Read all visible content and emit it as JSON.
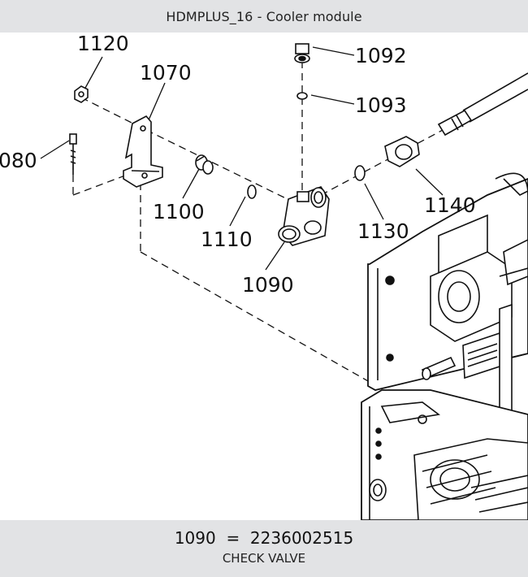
{
  "window": {
    "title": "HDMPLUS_16 - Cooler module"
  },
  "diagram": {
    "callouts": [
      "1120",
      "1070",
      "1092",
      "1093",
      "080",
      "1100",
      "1110",
      "1090",
      "1130",
      "1140"
    ]
  },
  "footer": {
    "part_number": "1090",
    "separator": "=",
    "article_number": "2236002515",
    "description": "CHECK VALVE"
  }
}
